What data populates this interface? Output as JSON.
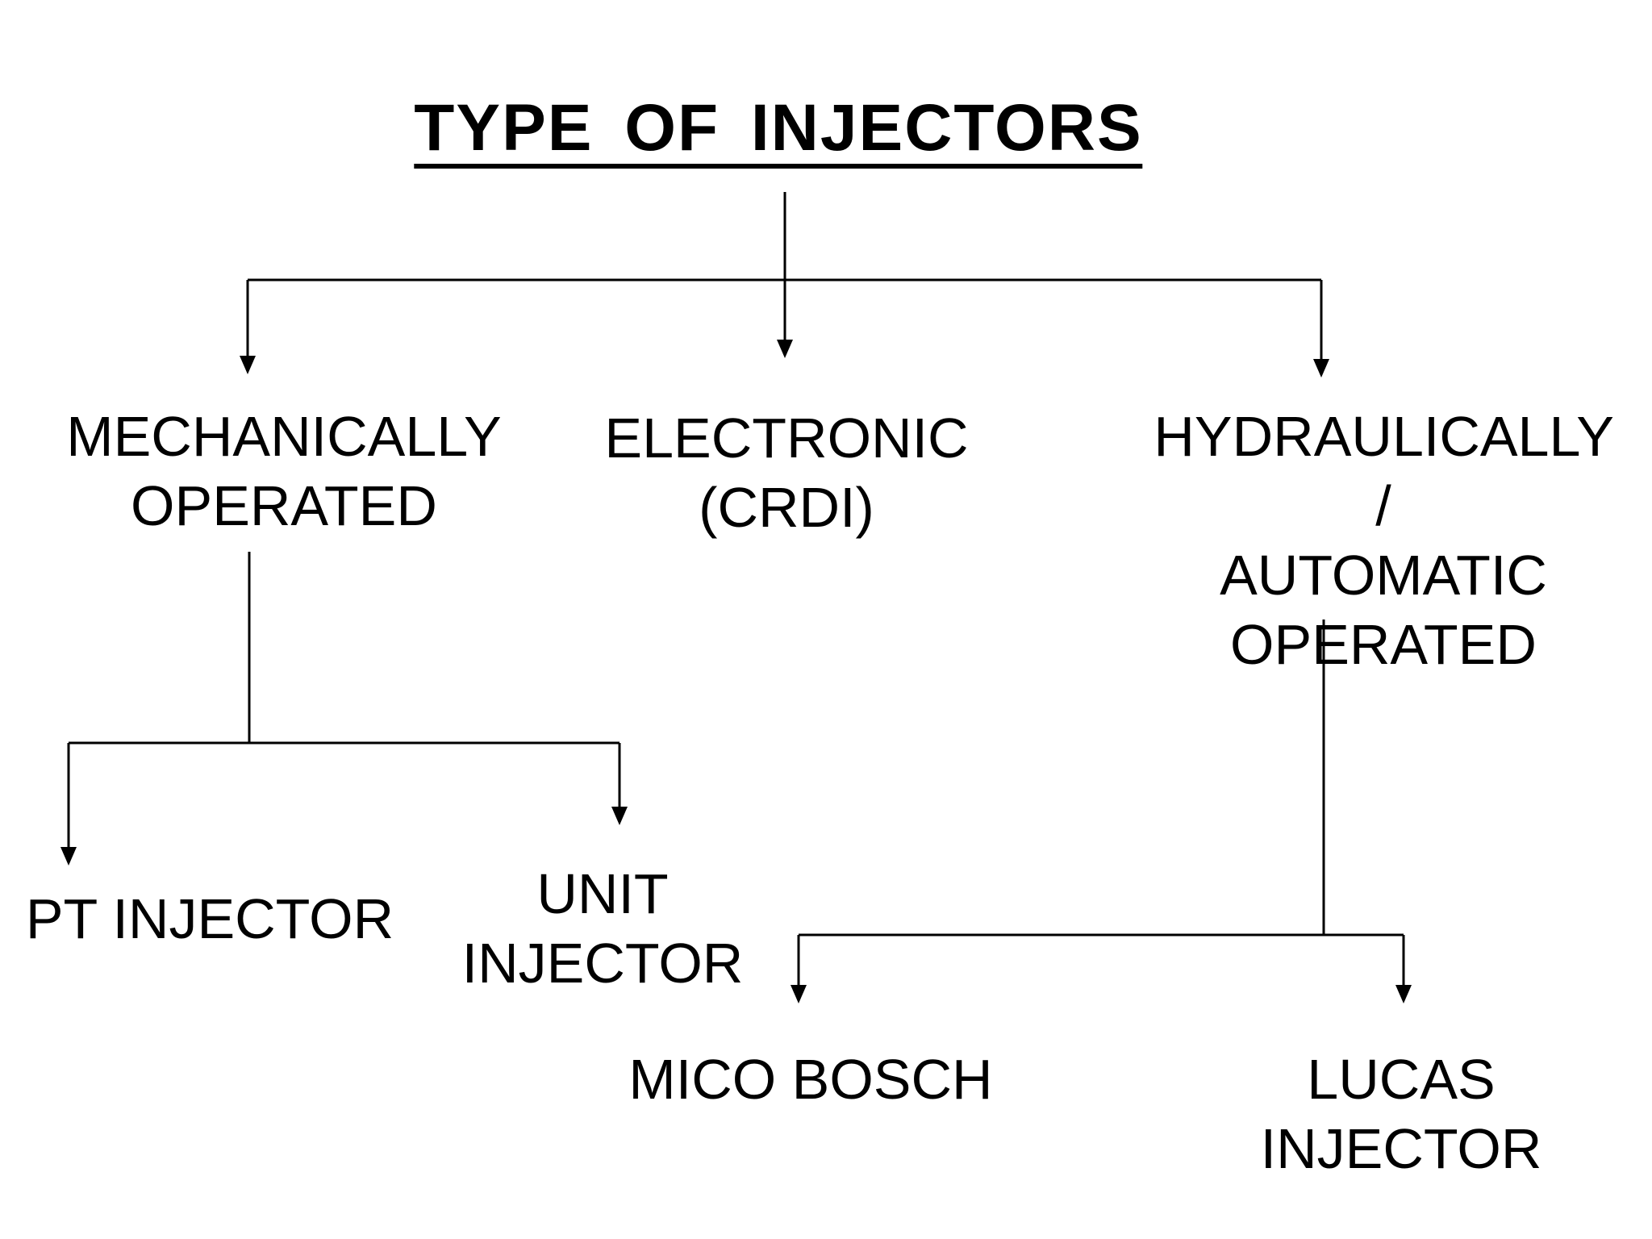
{
  "title": "TYPE OF INJECTORS",
  "colors": {
    "background": "#ffffff",
    "text": "#000000",
    "line": "#000000"
  },
  "nodes": {
    "mechanically_operated": {
      "label": "MECHANICALLY\nOPERATED"
    },
    "electronic": {
      "label": "ELECTRONIC\n(CRDI)"
    },
    "hydraulically": {
      "label": "HYDRAULICALLY /\nAUTOMATIC\nOPERATED"
    },
    "pt_injector": {
      "label": "PT INJECTOR"
    },
    "unit_injector": {
      "label": "UNIT\nINJECTOR"
    },
    "mico_bosch": {
      "label": "MICO BOSCH"
    },
    "lucas_injector": {
      "label": "LUCAS INJECTOR"
    }
  },
  "edges": [
    {
      "from": "title",
      "to": "mechanically_operated"
    },
    {
      "from": "title",
      "to": "electronic"
    },
    {
      "from": "title",
      "to": "hydraulically"
    },
    {
      "from": "mechanically_operated",
      "to": "pt_injector"
    },
    {
      "from": "mechanically_operated",
      "to": "unit_injector"
    },
    {
      "from": "hydraulically",
      "to": "mico_bosch"
    },
    {
      "from": "hydraulically",
      "to": "lucas_injector"
    }
  ]
}
